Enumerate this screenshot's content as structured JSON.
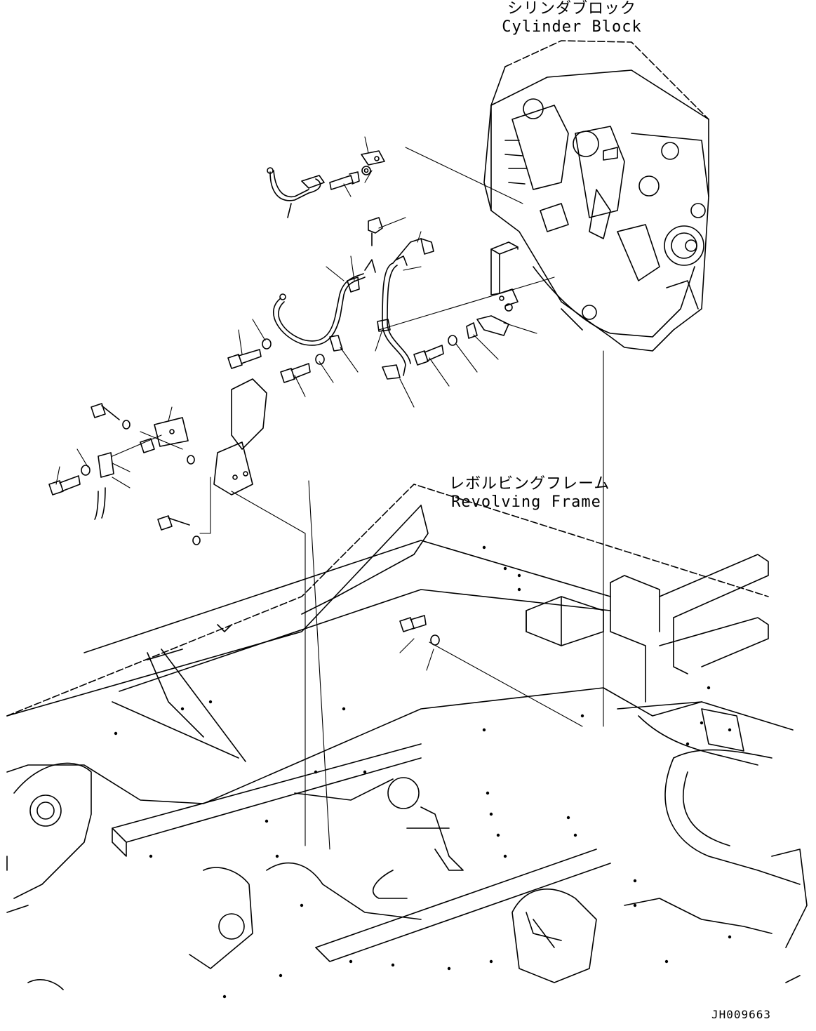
{
  "labels": {
    "cylinder_block_jp": "シリンダブロック",
    "cylinder_block_en": "Cylinder Block",
    "revolving_frame_jp": "レボルビングフレーム",
    "revolving_frame_en": "Revolving Frame"
  },
  "drawing_number": "JH009663"
}
